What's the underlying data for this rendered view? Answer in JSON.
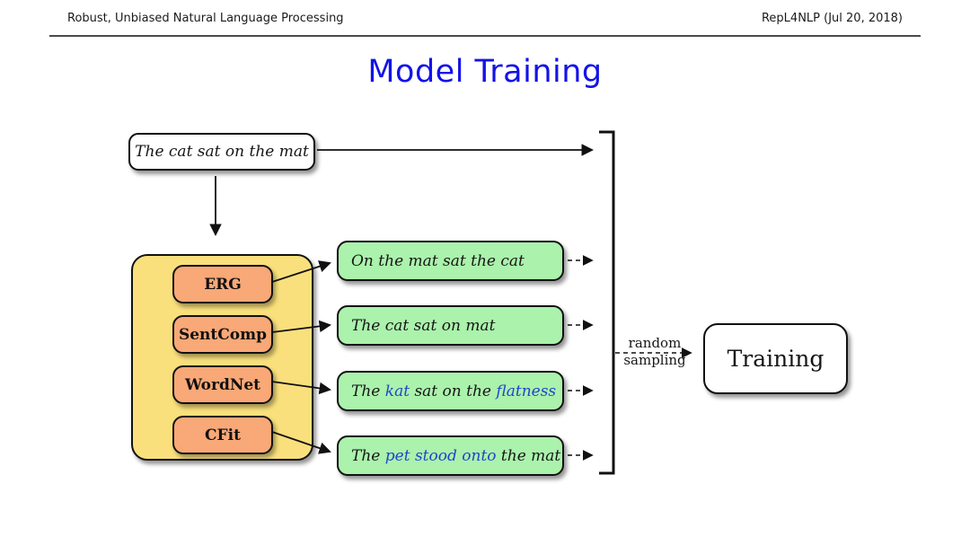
{
  "header": {
    "left": "Robust, Unbiased Natural Language Processing",
    "right": "RepL4NLP (Jul 20, 2018)"
  },
  "title": "Model Training",
  "diagram": {
    "source_sentence": "The cat sat on the mat",
    "generators": [
      {
        "label": "ERG"
      },
      {
        "label": "SentComp"
      },
      {
        "label": "WordNet"
      },
      {
        "label": "CFit"
      }
    ],
    "outputs": [
      {
        "segments": [
          {
            "text": "On the mat sat the cat"
          }
        ]
      },
      {
        "segments": [
          {
            "text": "The cat sat on mat"
          }
        ]
      },
      {
        "segments": [
          {
            "text": "The "
          },
          {
            "text": "kat"
          },
          {
            "text": " sat on the "
          },
          {
            "text": "flatness"
          }
        ]
      },
      {
        "segments": [
          {
            "text": "The "
          },
          {
            "text": "pet stood onto"
          },
          {
            "text": " the mat"
          }
        ]
      }
    ],
    "sampling_label_line1": "random",
    "sampling_label_line2": "sampling",
    "training_label": "Training"
  },
  "colors": {
    "title_blue": "#1313e8",
    "word_blue": "#2244cc",
    "container_yellow": "#f9e07c",
    "generator_orange": "#f9a877",
    "output_green": "#abf2ac",
    "ink": "#111111"
  }
}
